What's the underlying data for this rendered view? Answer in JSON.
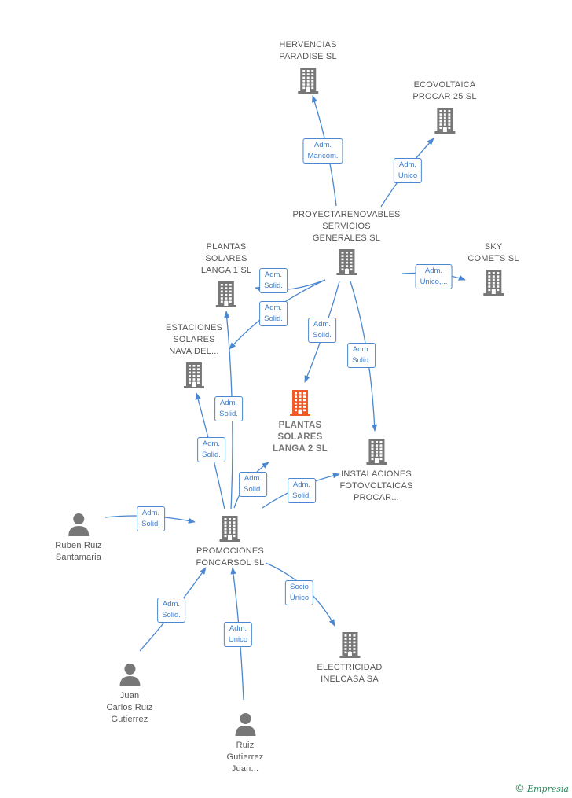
{
  "colors": {
    "edge": "#4a87d0",
    "company": "#777777",
    "focus": "#f05a28",
    "person": "#777777"
  },
  "nodes": [
    {
      "id": "hervencias",
      "type": "company",
      "lines": [
        "HERVENCIAS",
        "PARADISE  SL"
      ]
    },
    {
      "id": "ecovoltaica",
      "type": "company",
      "lines": [
        "ECOVOLTAICA",
        "PROCAR 25  SL"
      ]
    },
    {
      "id": "proyecta",
      "type": "company",
      "lines": [
        "PROYECTARENOVABLES",
        "SERVICIOS",
        "GENERALES SL"
      ]
    },
    {
      "id": "sky",
      "type": "company",
      "lines": [
        "SKY",
        "COMETS  SL"
      ]
    },
    {
      "id": "langa1",
      "type": "company",
      "lines": [
        "PLANTAS",
        "SOLARES",
        "LANGA 1  SL"
      ]
    },
    {
      "id": "nava",
      "type": "company",
      "lines": [
        "ESTACIONES",
        "SOLARES",
        "NAVA DEL..."
      ]
    },
    {
      "id": "langa2",
      "type": "focus",
      "lines": [
        "PLANTAS",
        "SOLARES",
        "LANGA 2  SL"
      ]
    },
    {
      "id": "instalaciones",
      "type": "company",
      "lines": [
        "INSTALACIONES",
        "FOTOVOLTAICAS",
        "PROCAR..."
      ]
    },
    {
      "id": "foncarsol",
      "type": "company",
      "lines": [
        "PROMOCIONES",
        "FONCARSOL SL"
      ]
    },
    {
      "id": "ruben",
      "type": "person",
      "lines": [
        "Ruben Ruiz",
        "Santamaria"
      ]
    },
    {
      "id": "electricidad",
      "type": "company",
      "lines": [
        "ELECTRICIDAD",
        "INELCASA SA"
      ]
    },
    {
      "id": "juancarlos",
      "type": "person",
      "lines": [
        "Juan",
        "Carlos Ruiz",
        "Gutierrez"
      ]
    },
    {
      "id": "ruizjuan",
      "type": "person",
      "lines": [
        "Ruiz",
        "Gutierrez",
        "Juan..."
      ]
    }
  ],
  "edges": [
    {
      "id": "e1",
      "from": "proyecta",
      "to": "hervencias",
      "lines": [
        "Adm.",
        "Mancom."
      ]
    },
    {
      "id": "e2",
      "from": "proyecta",
      "to": "ecovoltaica",
      "lines": [
        "Adm.",
        "Unico"
      ]
    },
    {
      "id": "e3",
      "from": "proyecta",
      "to": "sky",
      "lines": [
        "Adm.",
        "Unico,..."
      ]
    },
    {
      "id": "e4",
      "from": "proyecta",
      "to": "langa1",
      "lines": [
        "Adm.",
        "Solid."
      ]
    },
    {
      "id": "e5",
      "from": "proyecta",
      "to": "nava",
      "lines": [
        "Adm.",
        "Solid."
      ]
    },
    {
      "id": "e6",
      "from": "proyecta",
      "to": "langa2",
      "lines": [
        "Adm.",
        "Solid."
      ]
    },
    {
      "id": "e7",
      "from": "proyecta",
      "to": "instalaciones",
      "lines": [
        "Adm.",
        "Solid."
      ]
    },
    {
      "id": "e8",
      "from": "foncarsol",
      "to": "langa1",
      "lines": [
        "Adm.",
        "Solid."
      ]
    },
    {
      "id": "e9",
      "from": "foncarsol",
      "to": "nava",
      "lines": [
        "Adm.",
        "Solid."
      ]
    },
    {
      "id": "e10",
      "from": "foncarsol",
      "to": "langa2",
      "lines": [
        "Adm.",
        "Solid."
      ]
    },
    {
      "id": "e11",
      "from": "foncarsol",
      "to": "instalaciones",
      "lines": [
        "Adm.",
        "Solid."
      ]
    },
    {
      "id": "e12",
      "from": "ruben",
      "to": "foncarsol",
      "lines": [
        "Adm.",
        "Solid."
      ]
    },
    {
      "id": "e13",
      "from": "foncarsol",
      "to": "electricidad",
      "lines": [
        "Socio",
        "Único"
      ]
    },
    {
      "id": "e14",
      "from": "juancarlos",
      "to": "foncarsol",
      "lines": [
        "Adm.",
        "Solid."
      ]
    },
    {
      "id": "e15",
      "from": "ruizjuan",
      "to": "foncarsol",
      "lines": [
        "Adm.",
        "Unico"
      ]
    }
  ],
  "brand": {
    "symbol": "©",
    "name": "Empresia"
  }
}
